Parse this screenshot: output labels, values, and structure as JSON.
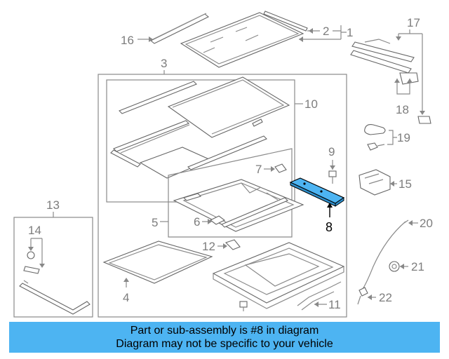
{
  "callouts": {
    "c1": "1",
    "c2": "2",
    "c3": "3",
    "c4": "4",
    "c5": "5",
    "c6": "6",
    "c7": "7",
    "c8": "8",
    "c9": "9",
    "c10": "10",
    "c11": "11",
    "c12": "12",
    "c13": "13",
    "c14": "14",
    "c15": "15",
    "c16": "16",
    "c17": "17",
    "c18": "18",
    "c19": "19",
    "c20": "20",
    "c21": "21",
    "c22": "22"
  },
  "highlight": {
    "part_number": "8",
    "color": "#4db4f2"
  },
  "banner": {
    "line1": "Part or sub-assembly is #8 in diagram",
    "line2": "Diagram may not be specific to your vehicle",
    "color": "#4db4f2"
  }
}
